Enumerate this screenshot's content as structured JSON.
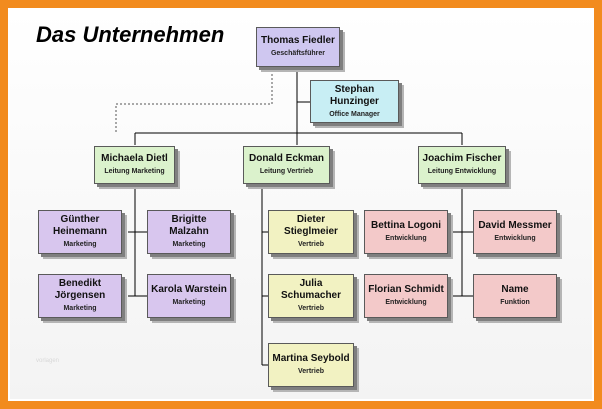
{
  "title": "Das Unternehmen",
  "watermark": "vorlagen",
  "colors": {
    "frame": "#f28b1e",
    "purple": "#cfc7f0",
    "cyan": "#c8eef4",
    "green": "#dbf2cc",
    "lilac": "#d8c6ee",
    "yellow": "#f2f2c2",
    "pink": "#f3c9c9",
    "line": "#000000"
  },
  "nodes": {
    "ceo": {
      "name": "Thomas Fiedler",
      "role": "Geschäftsführer"
    },
    "assistant": {
      "name": "Stephan Hunzinger",
      "role": "Office Manager"
    },
    "marketing_head": {
      "name": "Michaela Dietl",
      "role": "Leitung Marketing"
    },
    "sales_head": {
      "name": "Donald Eckman",
      "role": "Leitung Vertrieb"
    },
    "dev_head": {
      "name": "Joachim Fischer",
      "role": "Leitung Entwicklung"
    },
    "marketing_1": {
      "name": "Günther Heinemann",
      "role": "Marketing"
    },
    "marketing_2": {
      "name": "Brigitte Malzahn",
      "role": "Marketing"
    },
    "marketing_3": {
      "name": "Benedikt Jörgensen",
      "role": "Marketing"
    },
    "marketing_4": {
      "name": "Karola Warstein",
      "role": "Marketing"
    },
    "sales_1": {
      "name": "Dieter Stieglmeier",
      "role": "Vertrieb"
    },
    "sales_2": {
      "name": "Julia Schumacher",
      "role": "Vertrieb"
    },
    "sales_3": {
      "name": "Martina Seybold",
      "role": "Vertrieb"
    },
    "dev_1": {
      "name": "Bettina Logoni",
      "role": "Entwicklung"
    },
    "dev_2": {
      "name": "David Messmer",
      "role": "Entwicklung"
    },
    "dev_3": {
      "name": "Florian Schmidt",
      "role": "Entwicklung"
    },
    "dev_4": {
      "name": "Name",
      "role": "Funktion"
    }
  }
}
